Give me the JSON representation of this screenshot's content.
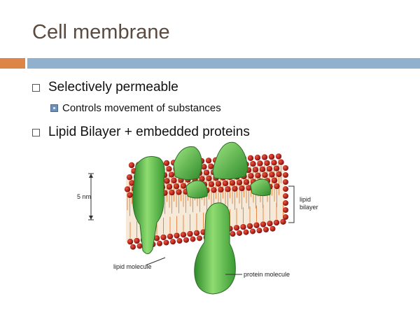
{
  "slide": {
    "title": "Cell membrane",
    "bullets": [
      {
        "text": "Selectively permeable",
        "sub": [
          "Controls movement of substances"
        ]
      },
      {
        "text": "Lipid Bilayer + embedded proteins",
        "sub": []
      }
    ]
  },
  "figure": {
    "scale_label": "5 nm",
    "layer_label_line1": "lipid",
    "layer_label_line2": "bilayer",
    "lipid_label": "lipid molecule",
    "protein_label": "protein molecule"
  },
  "colors": {
    "title": "#5a4a3f",
    "accent_orange": "#dd8447",
    "accent_blue": "#91b0cd",
    "lipid_head": "#b3261e",
    "protein": "#5cbf4a"
  }
}
